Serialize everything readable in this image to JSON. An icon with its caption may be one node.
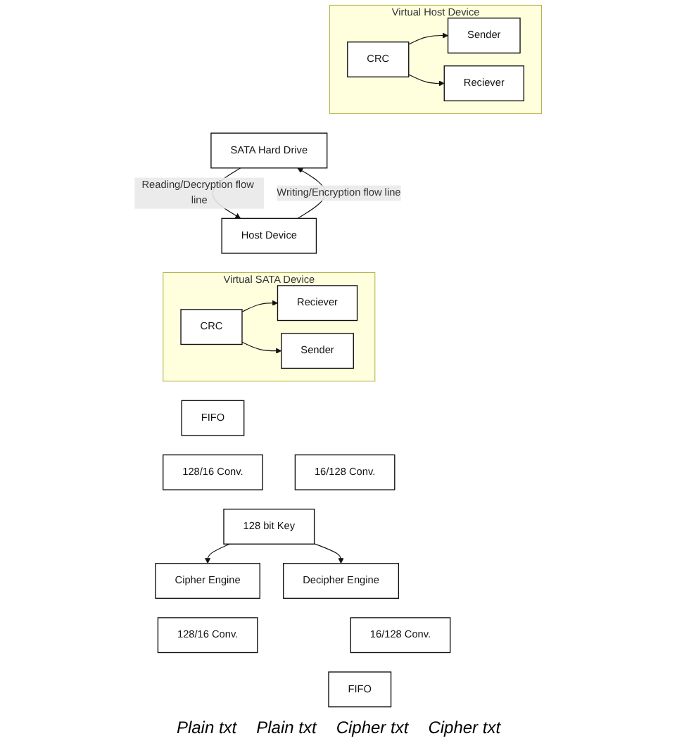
{
  "diagram": {
    "nodes": [
      {
        "text": [
          "Host Device"
        ]
      },
      {
        "text": [
          "Virtual SATA Device"
        ]
      },
      {
        "text": [
          "Reciever"
        ],
        "in": 1
      },
      {
        "text": [
          "CRC"
        ],
        "in": 1
      },
      {
        "text": [
          "Sender"
        ],
        "in": 1
      },
      {
        "text": [
          "16/128 Conv."
        ]
      },
      {
        "text": [
          "FIFO"
        ]
      },
      {
        "text": [
          "Cipher Engine"
        ]
      },
      {
        "text": [
          "128/16 Conv."
        ]
      },
      {
        "text": [
          "128 bit Key"
        ]
      },
      {
        "text": [
          "128/16 Conv."
        ]
      },
      {
        "text": [
          "Decipher Engine"
        ]
      },
      {
        "text": [
          "16/128 Conv."
        ]
      },
      {
        "text": [
          "FIFO"
        ]
      },
      {
        "text": [
          "Virtual Host Device"
        ]
      },
      {
        "text": [
          "Sender"
        ],
        "in": 14
      },
      {
        "text": [
          "CRC"
        ],
        "in": 14
      },
      {
        "text": [
          "Reciever"
        ],
        "in": 14
      },
      {
        "text": [
          "SATA Hard Drive"
        ]
      }
    ],
    "edges": [
      {
        "from": 3,
        "to": 2,
        "arrow": "to"
      },
      {
        "from": 3,
        "to": 4,
        "arrow": "to"
      },
      {
        "from": 9,
        "to": 7,
        "arrow": "to"
      },
      {
        "from": 9,
        "to": 11,
        "arrow": "to"
      },
      {
        "from": 16,
        "to": 15,
        "arrow": "to"
      },
      {
        "from": 16,
        "to": 17,
        "arrow": "to"
      },
      {
        "from": 0,
        "to": 18,
        "arrow": "to",
        "label": "Writing/Encryption flow line"
      },
      {
        "from": 18,
        "to": 0,
        "arrow": "to",
        "label": "Reading/Decryption flow line"
      }
    ],
    "labels": [
      "Plain txt",
      "Plain txt",
      "Cipher txt",
      "Cipher txt"
    ]
  }
}
